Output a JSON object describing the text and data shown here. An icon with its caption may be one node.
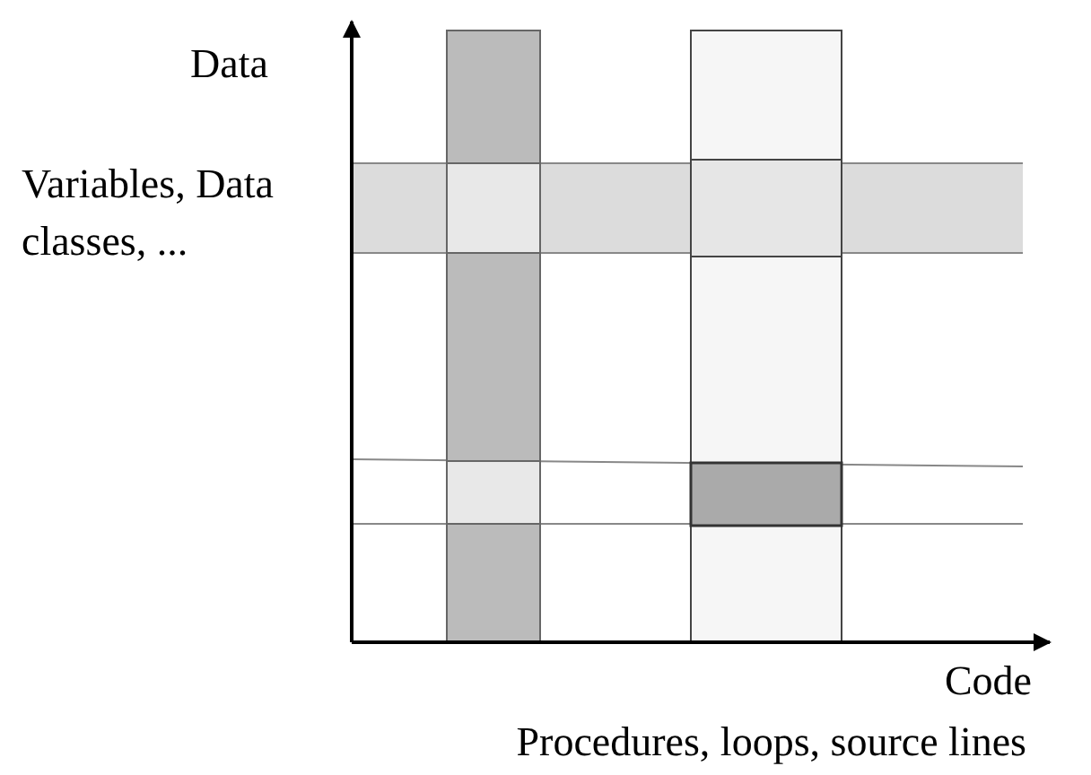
{
  "diagram": {
    "labels": [
      "Data",
      "Variables, Data classes, ...",
      "Code",
      "Procedures, loops, source lines"
    ]
  }
}
